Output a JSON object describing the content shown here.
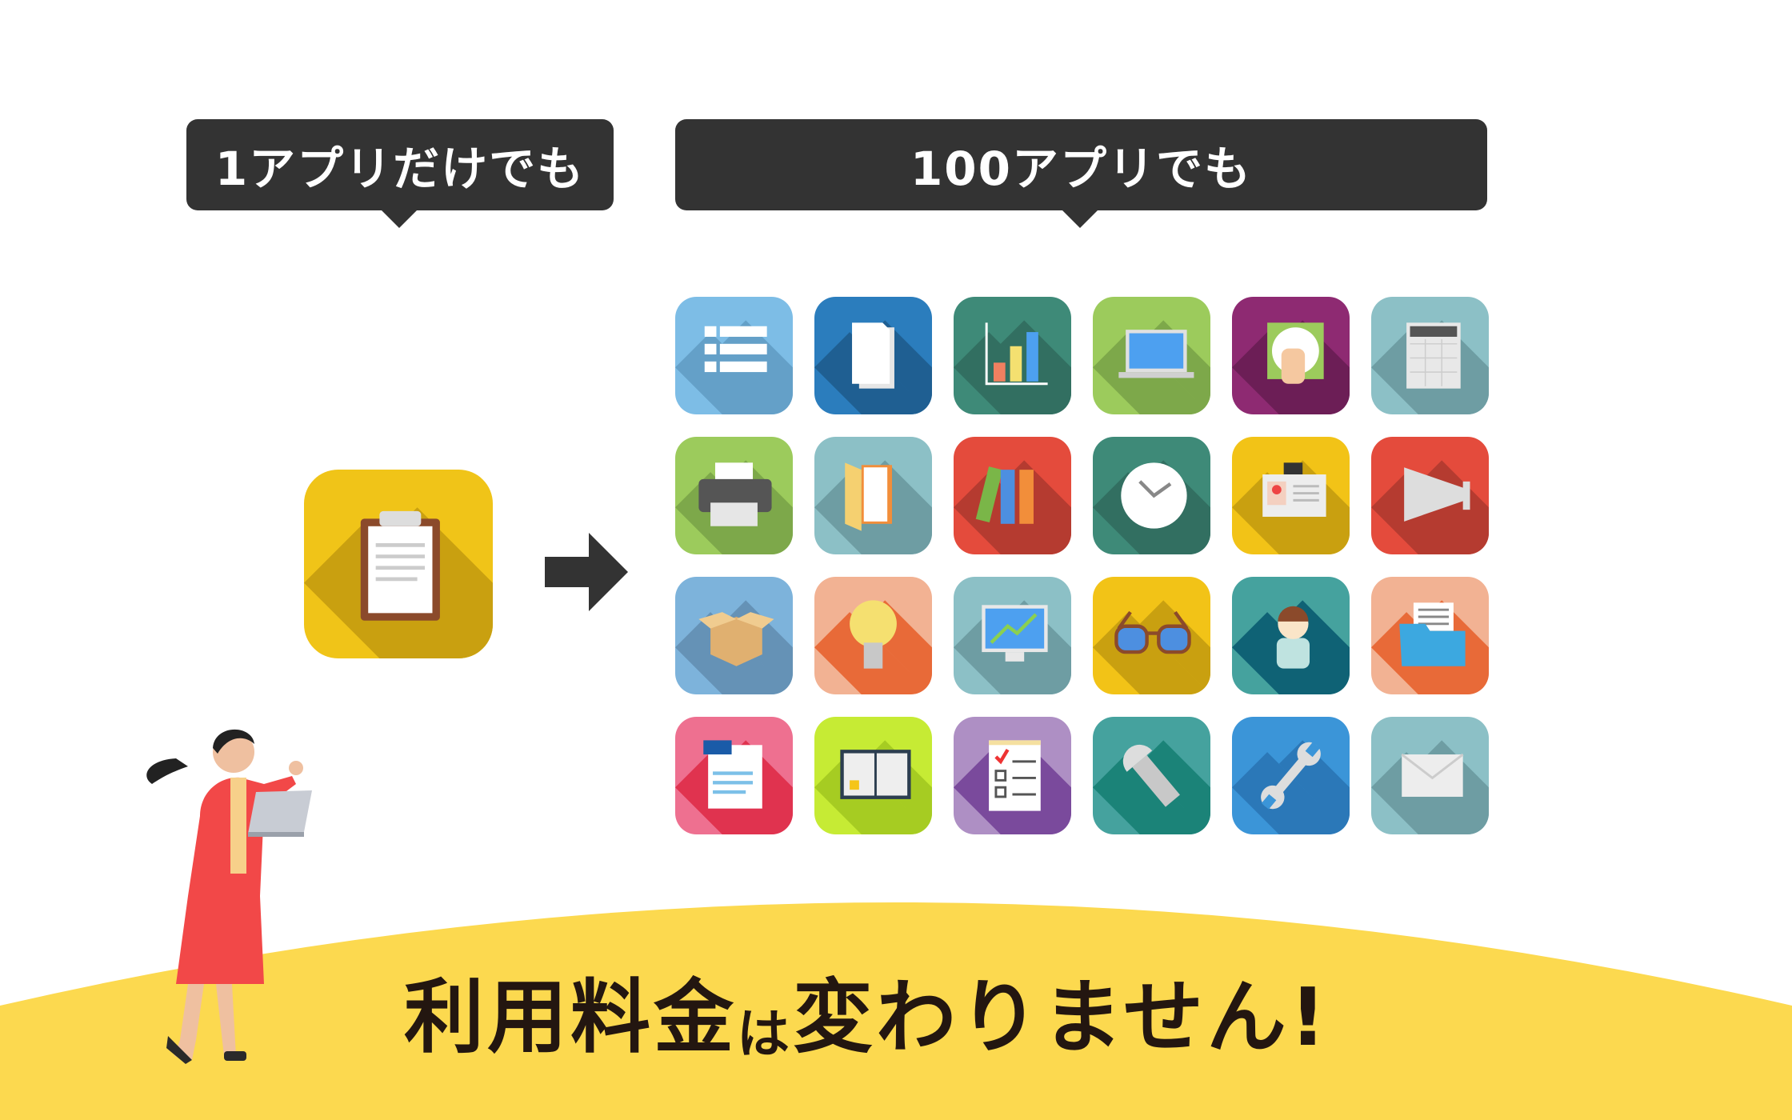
{
  "labels": {
    "one_app": "1アプリだけでも",
    "hundred_apps": "100アプリでも"
  },
  "headline": {
    "part1": "利用料金",
    "part2": "は",
    "part3": "変わりません!"
  },
  "colors": {
    "bubble": "#333333",
    "arc": "#FCD94F",
    "headline_text": "#231610"
  },
  "single_icon": {
    "name": "clipboard-icon",
    "bg": "#F0C418",
    "shadow": "#C9A010"
  },
  "icons": [
    {
      "name": "list-icon",
      "bg": "#7DBDE6",
      "shadow": "#64A0C8"
    },
    {
      "name": "document-icon",
      "bg": "#2B7DBD",
      "shadow": "#1F5F92"
    },
    {
      "name": "bar-chart-icon",
      "bg": "#3E8A78",
      "shadow": "#326F61"
    },
    {
      "name": "laptop-icon",
      "bg": "#9CCB5C",
      "shadow": "#7DA84A"
    },
    {
      "name": "disc-hand-icon",
      "bg": "#8E2A72",
      "shadow": "#6C1E56"
    },
    {
      "name": "calculator-icon",
      "bg": "#8CC0C6",
      "shadow": "#6E9DA3"
    },
    {
      "name": "printer-icon",
      "bg": "#9CCB5C",
      "shadow": "#7DA84A"
    },
    {
      "name": "folder-open-icon",
      "bg": "#8CC0C6",
      "shadow": "#6E9DA3"
    },
    {
      "name": "binders-icon",
      "bg": "#E44B3C",
      "shadow": "#B53B30"
    },
    {
      "name": "clock-icon",
      "bg": "#3E8A78",
      "shadow": "#326F61"
    },
    {
      "name": "id-badge-icon",
      "bg": "#F2C317",
      "shadow": "#C9A010"
    },
    {
      "name": "megaphone-icon",
      "bg": "#E44B3C",
      "shadow": "#B53B30"
    },
    {
      "name": "box-icon",
      "bg": "#7DB3DB",
      "shadow": "#6592B6"
    },
    {
      "name": "lightbulb-icon",
      "bg": "#F2B293",
      "shadow": "#E86A38"
    },
    {
      "name": "monitor-chart-icon",
      "bg": "#8CC0C6",
      "shadow": "#6E9DA3"
    },
    {
      "name": "glasses-icon",
      "bg": "#F2C317",
      "shadow": "#C9A010"
    },
    {
      "name": "worker-icon",
      "bg": "#45A29E",
      "shadow": "#0F6275"
    },
    {
      "name": "folder-documents-icon",
      "bg": "#F2B293",
      "shadow": "#E86A38"
    },
    {
      "name": "newspaper-icon",
      "bg": "#EE7090",
      "shadow": "#E0334F"
    },
    {
      "name": "notebook-icon",
      "bg": "#C6EB34",
      "shadow": "#A6CC22"
    },
    {
      "name": "checklist-icon",
      "bg": "#AE8FC4",
      "shadow": "#7A4A9C"
    },
    {
      "name": "screw-icon",
      "bg": "#45A29E",
      "shadow": "#1B8378"
    },
    {
      "name": "wrench-icon",
      "bg": "#3B95D8",
      "shadow": "#2B78B8"
    },
    {
      "name": "mail-icon",
      "bg": "#8CC0C6",
      "shadow": "#6E9DA3"
    }
  ]
}
